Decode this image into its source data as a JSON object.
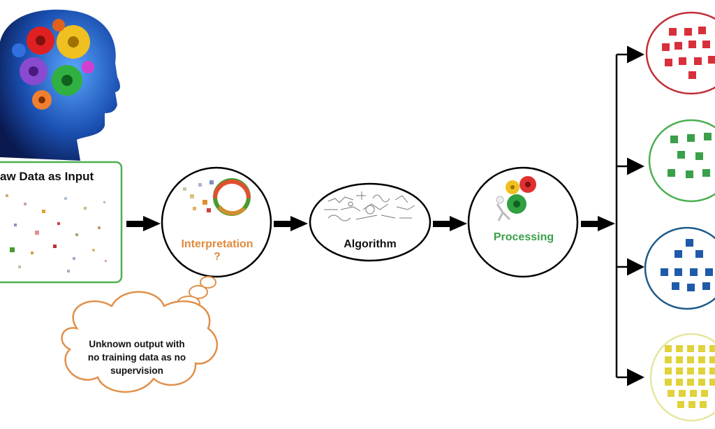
{
  "input_box": {
    "label": "aw Data as Input"
  },
  "nodes": {
    "interpretation": {
      "label": "Interpretation",
      "mark": "?"
    },
    "algorithm": {
      "label": "Algorithm"
    },
    "processing": {
      "label": "Processing"
    }
  },
  "thought": {
    "lines": [
      "Unknown output with",
      "no training data as no",
      "supervision"
    ]
  },
  "colors": {
    "input_border": "#4caf50",
    "interpretation_text": "#e08a3c",
    "processing_text": "#3aa04a",
    "thought_border": "#e0904a",
    "cluster_red": "#d8303a",
    "cluster_green": "#3aa04a",
    "cluster_blue": "#1f5aa8",
    "cluster_yellow": "#e0d23a"
  },
  "icons": [
    "brain-gears-icon",
    "gears-icon",
    "formula-sketch-icon",
    "figure-pushing-gears-icon",
    "arrow-right-icon"
  ],
  "clusters": [
    {
      "name": "red",
      "border": "#c0303a"
    },
    {
      "name": "green",
      "border": "#4caf50"
    },
    {
      "name": "blue",
      "border": "#1f5a88"
    },
    {
      "name": "yellow",
      "border": "#e6e6a0"
    }
  ]
}
